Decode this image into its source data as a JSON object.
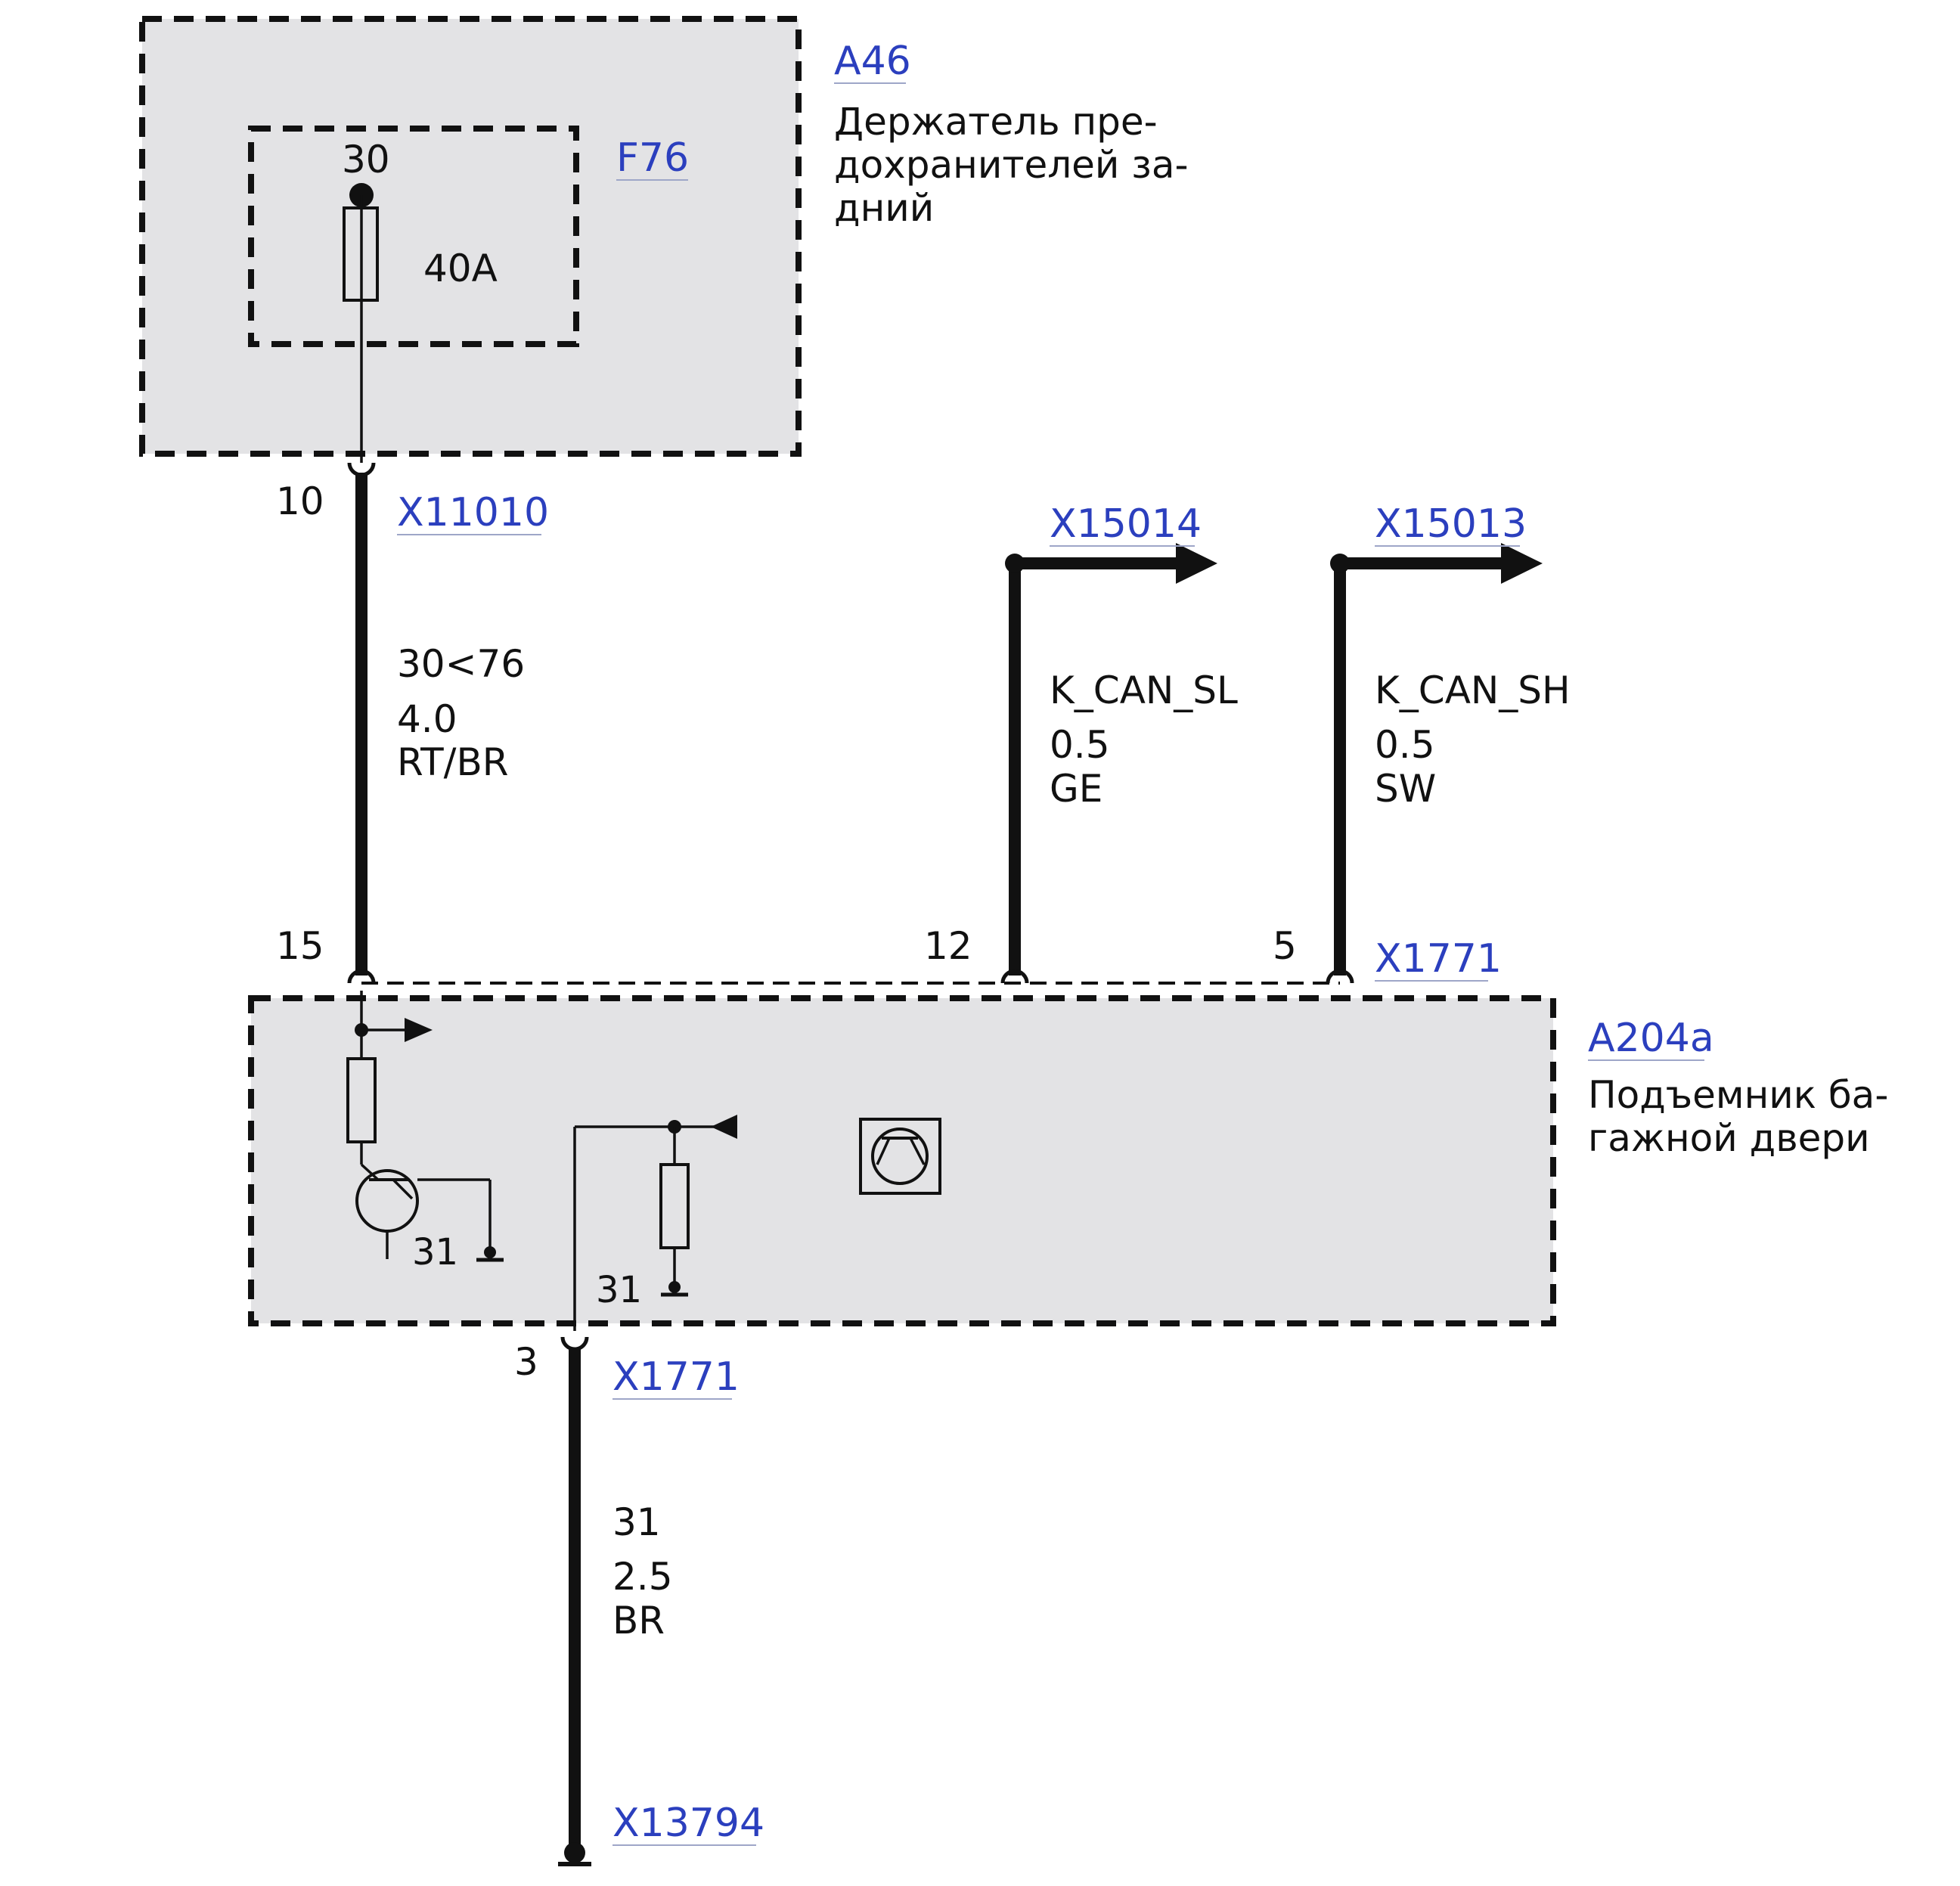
{
  "components": {
    "a46": {
      "ref": "A46",
      "desc_lines": [
        "Держатель пре-",
        "дохранителей за-",
        "дний"
      ]
    },
    "f76": {
      "ref": "F76",
      "pin": "30",
      "rating": "40A"
    },
    "a204a": {
      "ref": "A204a",
      "desc_lines": [
        "Подъемник ба-",
        "гажной двери"
      ],
      "ground_left": "31",
      "ground_right": "31"
    }
  },
  "connectors": {
    "x11010": {
      "ref": "X11010",
      "pin": "10"
    },
    "x15014": {
      "ref": "X15014"
    },
    "x15013": {
      "ref": "X15013"
    },
    "x1771_top": {
      "ref": "X1771",
      "pins": [
        "15",
        "12",
        "5"
      ]
    },
    "x1771_bottom": {
      "ref": "X1771",
      "pin": "3"
    },
    "x13794": {
      "ref": "X13794"
    }
  },
  "wires": [
    {
      "signal": "30<76",
      "gauge": "4.0",
      "color": "RT/BR"
    },
    {
      "signal": "K_CAN_SL",
      "gauge": "0.5",
      "color": "GE"
    },
    {
      "signal": "K_CAN_SH",
      "gauge": "0.5",
      "color": "SW"
    },
    {
      "signal": "31",
      "gauge": "2.5",
      "color": "BR"
    }
  ],
  "colors": {
    "link": "#2b3fbe",
    "box_fill": "#e3e3e5",
    "line": "#111111"
  }
}
